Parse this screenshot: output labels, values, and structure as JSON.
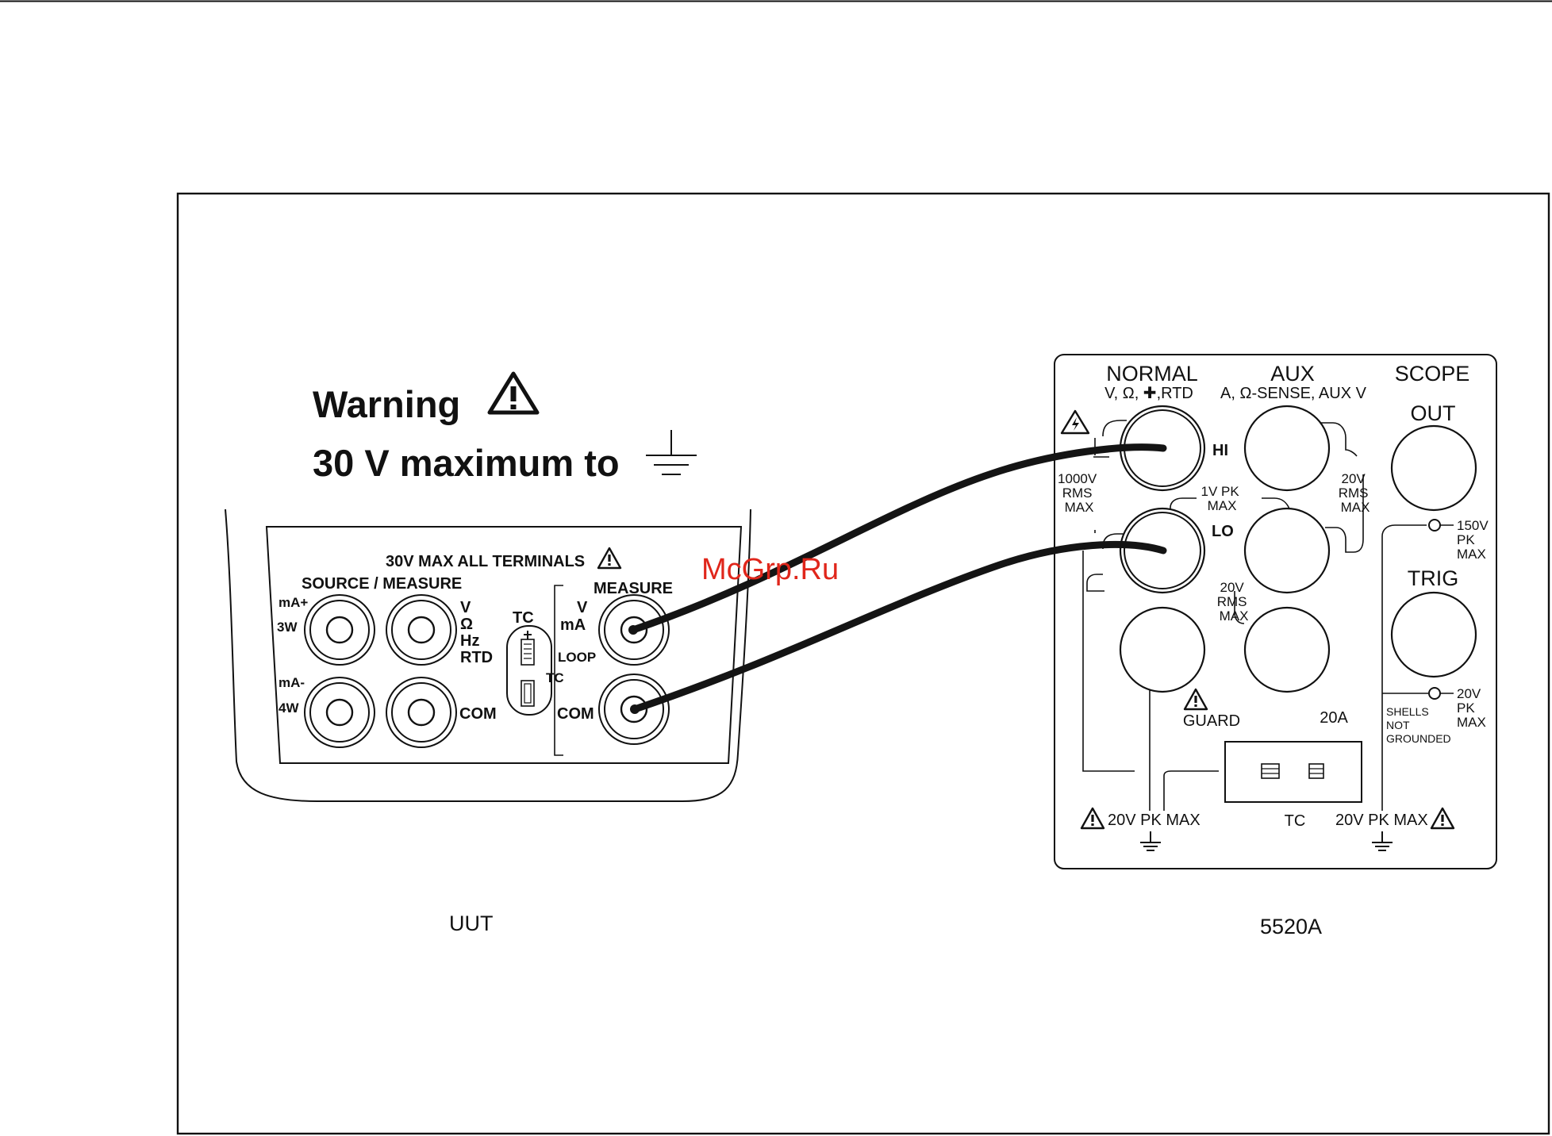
{
  "warning": {
    "title": "Warning",
    "line2": "30 V maximum to"
  },
  "uut": {
    "label": "UUT",
    "top_warning": "30V MAX ALL TERMINALS",
    "source_measure": "SOURCE / MEASURE",
    "measure": "MEASURE",
    "ma_plus": "mA+",
    "w3": "3W",
    "ma_minus": "mA-",
    "w4": "4W",
    "v": "V",
    "ohm": "Ω",
    "hz": "Hz",
    "rtd": "RTD",
    "com_left": "COM",
    "tc_top": "TC",
    "tc_bottom": "TC",
    "meas_v": "V",
    "meas_ma": "mA",
    "loop": "LOOP",
    "com_right": "COM"
  },
  "calibrator": {
    "label": "5520A",
    "normal": "NORMAL",
    "normal_sub": "V, Ω, ✚,RTD",
    "aux": "AUX",
    "aux_sub": "A, Ω-SENSE, AUX V",
    "scope": "SCOPE",
    "out": "OUT",
    "hi": "HI",
    "lo": "LO",
    "rating_1000v": [
      "1000V",
      "RMS",
      "MAX"
    ],
    "rating_1vpk": [
      "1V PK",
      "MAX"
    ],
    "rating_20v_right": [
      "20V",
      "RMS",
      "MAX"
    ],
    "rating_20v_mid": [
      "20V",
      "RMS",
      "MAX"
    ],
    "rating_150v": [
      "150V",
      "PK",
      "MAX"
    ],
    "trig": "TRIG",
    "rating_20vpk_trig": [
      "20V",
      "PK",
      "MAX"
    ],
    "shells": [
      "SHELLS",
      "NOT",
      "GROUNDED"
    ],
    "guard": "GUARD",
    "a20": "20A",
    "tc": "TC",
    "pk_left": "20V PK MAX",
    "pk_right": "20V PK MAX"
  },
  "watermark": "McGrp.Ru"
}
